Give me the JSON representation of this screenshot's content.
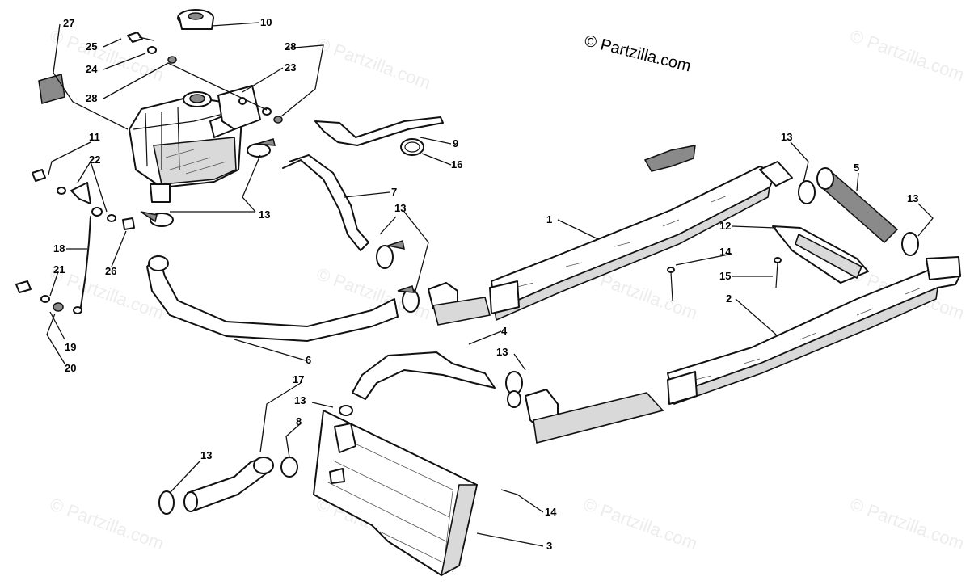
{
  "copyright": "© Partzilla.com",
  "watermark": "© Partzilla.com",
  "callouts": [
    "27",
    "25",
    "24",
    "28",
    "10",
    "28",
    "23",
    "11",
    "22",
    "26",
    "18",
    "21",
    "19",
    "20",
    "13",
    "7",
    "13",
    "9",
    "16",
    "6",
    "1",
    "13",
    "5",
    "13",
    "12",
    "14",
    "15",
    "2",
    "4",
    "13",
    "17",
    "13",
    "8",
    "13",
    "14",
    "3"
  ]
}
